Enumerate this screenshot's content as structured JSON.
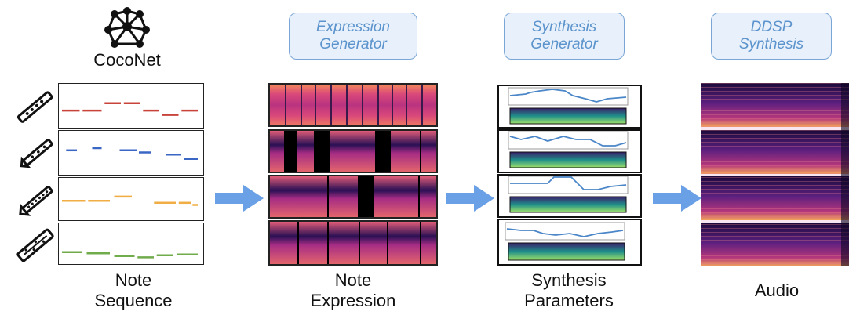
{
  "stages": {
    "coconet": {
      "label": "CocoNet"
    },
    "expression": {
      "line1": "Expression",
      "line2": "Generator"
    },
    "synthesis": {
      "line1": "Synthesis",
      "line2": "Generator"
    },
    "ddsp": {
      "line1": "DDSP",
      "line2": "Synthesis"
    }
  },
  "captions": {
    "note_sequence": {
      "line1": "Note",
      "line2": "Sequence"
    },
    "note_expression": {
      "line1": "Note",
      "line2": "Expression"
    },
    "synthesis_parameters": {
      "line1": "Synthesis",
      "line2": "Parameters"
    },
    "audio": {
      "line1": "Audio"
    }
  },
  "instruments": [
    "flute-icon",
    "clarinet-icon",
    "saxophone-icon",
    "bassoon-icon"
  ],
  "notes": [
    {
      "color": "#c8443b",
      "segments": [
        [
          0,
          0.14,
          0.62
        ],
        [
          0.15,
          0.3,
          0.62
        ],
        [
          0.31,
          0.44,
          0.45
        ],
        [
          0.45,
          0.58,
          0.45
        ],
        [
          0.59,
          0.72,
          0.62
        ],
        [
          0.73,
          0.86,
          0.72
        ],
        [
          0.87,
          1.0,
          0.62
        ]
      ]
    },
    {
      "color": "#3a66c4",
      "segments": [
        [
          0.03,
          0.12,
          0.45
        ],
        [
          0.22,
          0.3,
          0.4
        ],
        [
          0.42,
          0.56,
          0.45
        ],
        [
          0.56,
          0.66,
          0.5
        ],
        [
          0.76,
          0.88,
          0.55
        ],
        [
          0.89,
          1.0,
          0.65
        ]
      ]
    },
    {
      "color": "#f0ad43",
      "segments": [
        [
          0,
          0.18,
          0.55
        ],
        [
          0.19,
          0.36,
          0.55
        ],
        [
          0.38,
          0.52,
          0.45
        ],
        [
          0.67,
          0.84,
          0.6
        ],
        [
          0.85,
          0.95,
          0.6
        ],
        [
          0.95,
          1.0,
          0.65
        ]
      ]
    },
    {
      "color": "#70ab4c",
      "segments": [
        [
          0,
          0.16,
          0.72
        ],
        [
          0.18,
          0.36,
          0.75
        ],
        [
          0.38,
          0.54,
          0.82
        ],
        [
          0.55,
          0.68,
          0.85
        ],
        [
          0.69,
          0.82,
          0.8
        ],
        [
          0.84,
          1.0,
          0.78
        ]
      ]
    }
  ],
  "colors": {
    "accent": "#5b93cc",
    "arrow": "#6aa0e6",
    "box_fill": "#e7f0fb",
    "box_border": "#7aa6d6"
  }
}
